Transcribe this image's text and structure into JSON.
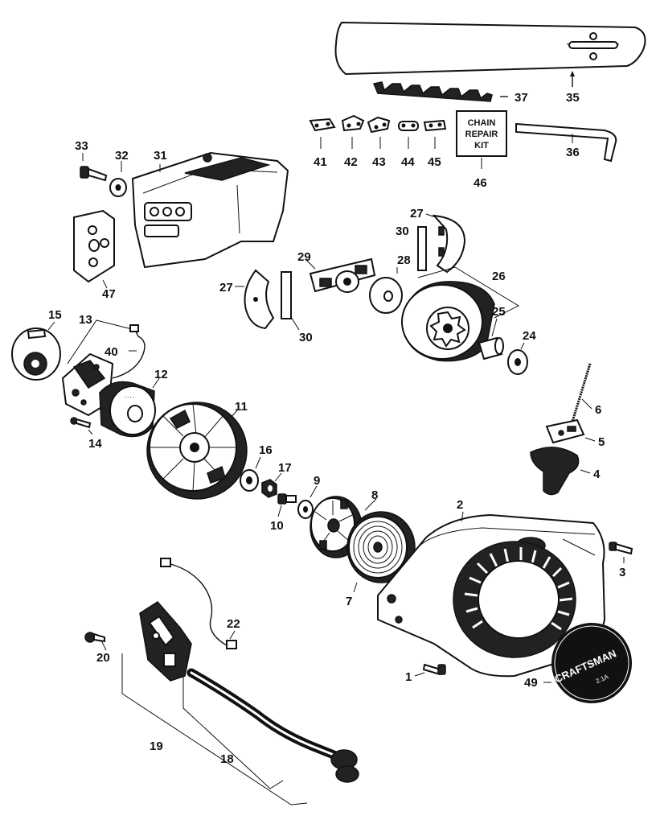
{
  "callouts": {
    "n1": "1",
    "n2": "2",
    "n3": "3",
    "n4": "4",
    "n5": "5",
    "n6": "6",
    "n7": "7",
    "n8": "8",
    "n9": "9",
    "n10": "10",
    "n11": "11",
    "n12": "12",
    "n13": "13",
    "n14": "14",
    "n15": "15",
    "n16": "16",
    "n17": "17",
    "n18": "18",
    "n19": "19",
    "n20": "20",
    "n22": "22",
    "n24": "24",
    "n25": "25",
    "n26": "26",
    "n27a": "27",
    "n27b": "27",
    "n28": "28",
    "n29": "29",
    "n30a": "30",
    "n30b": "30",
    "n31": "31",
    "n32": "32",
    "n33": "33",
    "n35": "35",
    "n36": "36",
    "n37": "37",
    "n40": "40",
    "n41": "41",
    "n42": "42",
    "n43": "43",
    "n44": "44",
    "n45": "45",
    "n46": "46",
    "n47": "47",
    "n49": "49"
  },
  "kit_box": {
    "line1": "CHAIN",
    "line2": "REPAIR",
    "line3": "KIT"
  },
  "badge": {
    "brand": "CRAFTSMAN",
    "model": "2.1A"
  }
}
